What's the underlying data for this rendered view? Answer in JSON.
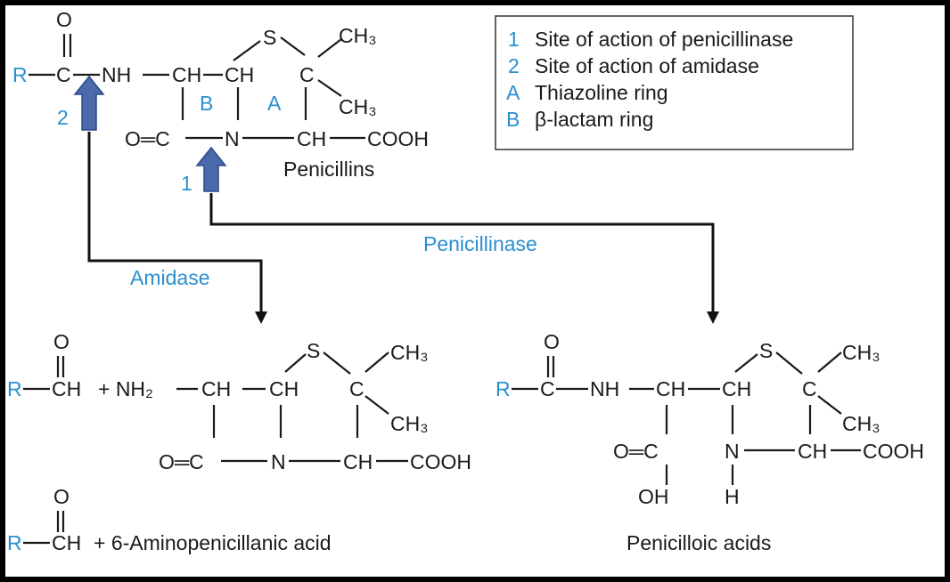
{
  "colors": {
    "accent_blue": "#2a8fd0",
    "arrow_fill": "#4a6aaa",
    "frame": "#000000"
  },
  "legend": {
    "items": [
      {
        "key": "1",
        "text": "Site of action of penicillinase"
      },
      {
        "key": "2",
        "text": "Site of action of amidase"
      },
      {
        "key": "A",
        "text": "Thiazoline ring"
      },
      {
        "key": "B",
        "text": "β-lactam ring"
      }
    ]
  },
  "penicillin": {
    "r": "R",
    "c": "C",
    "o": "O",
    "nh": "NH",
    "ch1": "CH",
    "ch2": "CH",
    "s": "S",
    "ch3a": "CH₃",
    "cq": "C",
    "ch3b": "CH₃",
    "oc": "O═C",
    "n": "N",
    "ch3": "CH",
    "cooh": "COOH",
    "ring_b": "B",
    "ring_a": "A",
    "site2": "2",
    "site1": "1",
    "name": "Penicillins"
  },
  "reactions": {
    "amidase": "Amidase",
    "penicillinase": "Penicillinase"
  },
  "amidase_product": {
    "o": "O",
    "r": "R",
    "ch": "CH",
    "plus_nh2": "+ NH₂",
    "ch1": "CH",
    "ch2": "CH",
    "s": "S",
    "ch3a": "CH₃",
    "cq": "C",
    "ch3b": "CH₃",
    "oc": "O═C",
    "n": "N",
    "ch3": "CH",
    "cooh": "COOH",
    "o2": "O",
    "r2": "R",
    "ch_2": "CH",
    "name": "+ 6-Aminopenicillanic acid"
  },
  "penicillinase_product": {
    "o": "O",
    "r": "R",
    "c": "C",
    "nh": "NH",
    "ch1": "CH",
    "ch2": "CH",
    "s": "S",
    "ch3a": "CH₃",
    "cq": "C",
    "ch3b": "CH₃",
    "oc": "O═C",
    "n": "N",
    "ch3": "CH",
    "cooh": "COOH",
    "oh": "OH",
    "h": "H",
    "name": "Penicilloic acids"
  }
}
